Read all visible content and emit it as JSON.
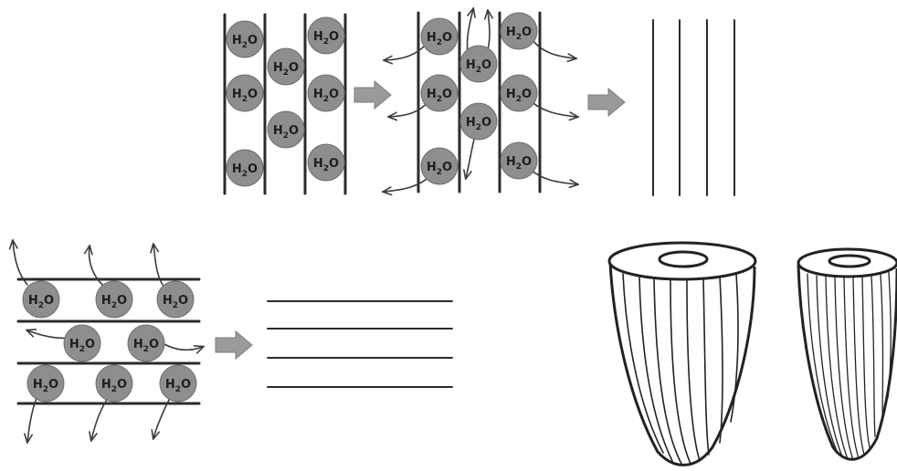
{
  "molecule": {
    "main": "H",
    "sub": "2",
    "tail": "O"
  }
}
